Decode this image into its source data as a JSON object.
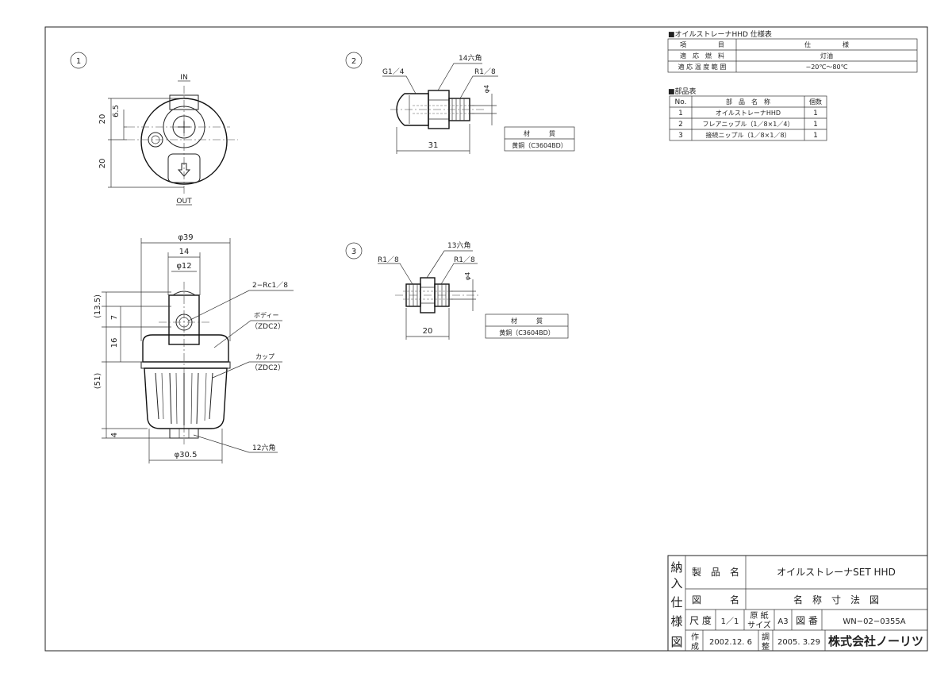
{
  "views": {
    "v1": {
      "number": "1",
      "label_in": "IN",
      "label_out": "OUT",
      "dim_top_20": "20",
      "dim_65": "6.5",
      "dim_bottom_20": "20",
      "dim_phi39": "φ39",
      "dim_14": "14",
      "dim_phi12": "φ12",
      "dim_135": "(13.5)",
      "dim_7": "7",
      "dim_16": "16",
      "dim_51": "(51)",
      "dim_4": "4",
      "dim_phi305": "φ30.5",
      "leader_port": "2−Rc1／8",
      "leader_body": "ボディー",
      "leader_body_mat": "（ZDC2）",
      "leader_cup": "カップ",
      "leader_cup_mat": "（ZDC2）",
      "leader_hex": "12六角"
    },
    "v2": {
      "number": "2",
      "thread_left": "G1／4",
      "hex": "14六角",
      "thread_right": "R1／8",
      "phi4": "φ4",
      "length": "31",
      "material_header": "材　　　質",
      "material_value": "黄銅（C3604BD）"
    },
    "v3": {
      "number": "3",
      "thread_left": "R1／8",
      "hex": "13六角",
      "thread_right": "R1／8",
      "phi4": "φ4",
      "length": "20",
      "material_header": "材　　　質",
      "material_value": "黄銅（C3604BD）"
    }
  },
  "spec_table": {
    "title": "■オイルストレーナHHD 仕様表",
    "header": [
      "項　　　　　目",
      "仕　　　　　様"
    ],
    "rows": [
      [
        "適　応　燃　料",
        "灯油"
      ],
      [
        "適 応 温 度 範 囲",
        "−20℃〜80℃"
      ]
    ]
  },
  "parts_table": {
    "title": "■部品表",
    "header": [
      "No.",
      "部　品　名　称",
      "個数"
    ],
    "rows": [
      [
        "1",
        "オイルストレーナHHD",
        "1"
      ],
      [
        "2",
        "フレアニップル（1／8×1／4）",
        "1"
      ],
      [
        "3",
        "接続ニップル（1／8×1／8）",
        "1"
      ]
    ]
  },
  "title_block": {
    "side_label": [
      "納",
      "入",
      "仕",
      "様",
      "図"
    ],
    "product_label": "製　品　名",
    "product_value": "オイルストレーナSET HHD",
    "drawing_label": "図　　　名",
    "drawing_value": "名　称　寸　法　図",
    "scale_label": "尺 度",
    "scale_value": "1／1",
    "paper_label_1": "原 紙",
    "paper_label_2": "サイズ",
    "paper_value": "A3",
    "number_label": "図 番",
    "number_value": "WN−02−0355A",
    "made_label_1": "作",
    "made_label_2": "成",
    "made_value": "2002.12. 6",
    "adjust_label_1": "調",
    "adjust_label_2": "整",
    "adjust_value": "2005. 3.29",
    "company": "株式会社ノーリツ"
  }
}
